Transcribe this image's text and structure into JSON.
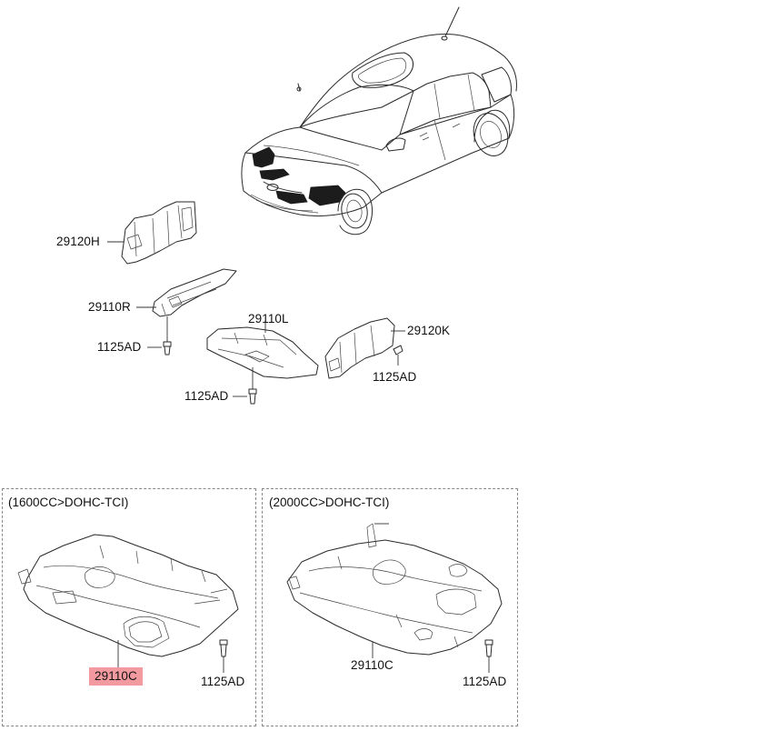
{
  "labels": {
    "top_29120H": "29120H",
    "top_29110R": "29110R",
    "top_1125AD_a": "1125AD",
    "top_29110L": "29110L",
    "top_29120K": "29120K",
    "top_1125AD_b": "1125AD",
    "top_1125AD_c": "1125AD"
  },
  "panels": {
    "left": {
      "title": "(1600CC>DOHC-TCI)",
      "part_label": "29110C",
      "bolt_label": "1125AD",
      "part_label_highlight": "#f29a9f"
    },
    "right": {
      "title": "(2000CC>DOHC-TCI)",
      "part_label": "29110C",
      "bolt_label": "1125AD"
    }
  },
  "colors": {
    "line": "#2a2a2a",
    "highlight": "#f29a9f",
    "panel_border": "#8a8a8a"
  }
}
